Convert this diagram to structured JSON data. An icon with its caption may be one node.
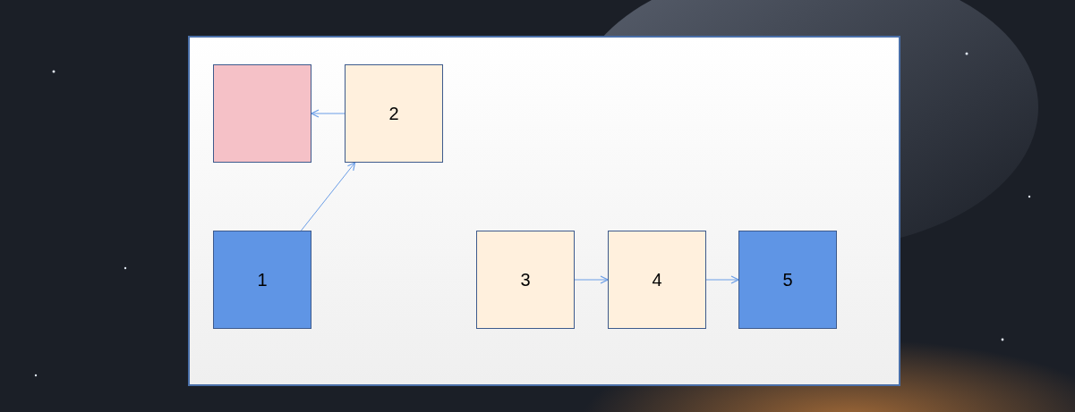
{
  "diagram": {
    "nodes": [
      {
        "text": [],
        "shape": "box"
      },
      {
        "text": [
          "2"
        ]
      },
      {
        "text": [
          "1"
        ]
      },
      {
        "text": [
          "3"
        ]
      },
      {
        "text": [
          "4"
        ]
      },
      {
        "text": [
          "5"
        ]
      }
    ],
    "edges": [
      {
        "from": 1,
        "to": 0,
        "arrow": "to"
      },
      {
        "from": 2,
        "to": 1,
        "arrow": "to"
      },
      {
        "from": 3,
        "to": 4,
        "arrow": "to"
      },
      {
        "from": 4,
        "to": 5,
        "arrow": "to"
      }
    ]
  }
}
